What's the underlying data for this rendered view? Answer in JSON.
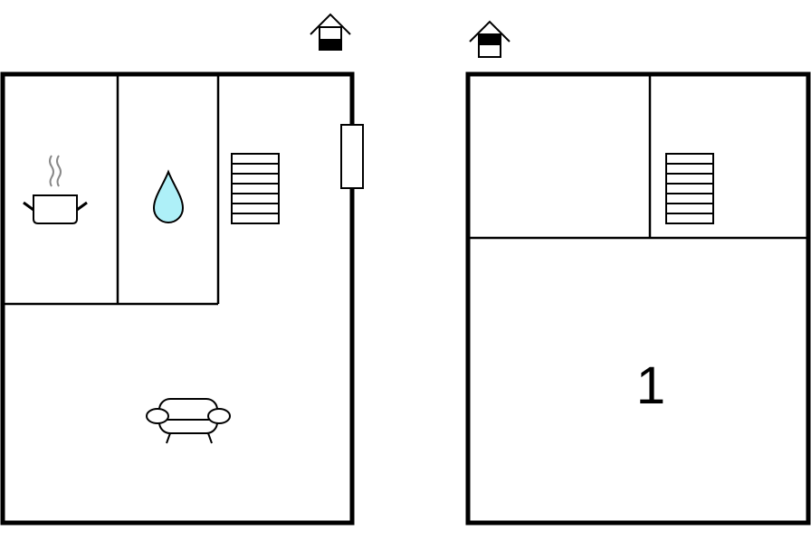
{
  "floorplan": {
    "ground_floor": {
      "level_icon": "house-ground-floor-icon",
      "rooms": [
        {
          "type": "kitchen",
          "icon": "cooking-pot-icon"
        },
        {
          "type": "bathroom",
          "icon": "water-drop-icon"
        },
        {
          "type": "hall",
          "icon": "stairs-icon"
        },
        {
          "type": "living-room",
          "icon": "sofa-icon"
        }
      ],
      "door": "entrance-door-icon"
    },
    "upper_floor": {
      "level_icon": "house-upper-floor-icon",
      "rooms": [
        {
          "type": "room",
          "icon": ""
        },
        {
          "type": "hall",
          "icon": "stairs-icon"
        },
        {
          "type": "bedroom",
          "label": "1"
        }
      ]
    },
    "colors": {
      "water_drop": "#aef0f8",
      "wall": "#000000",
      "background": "#ffffff"
    }
  }
}
